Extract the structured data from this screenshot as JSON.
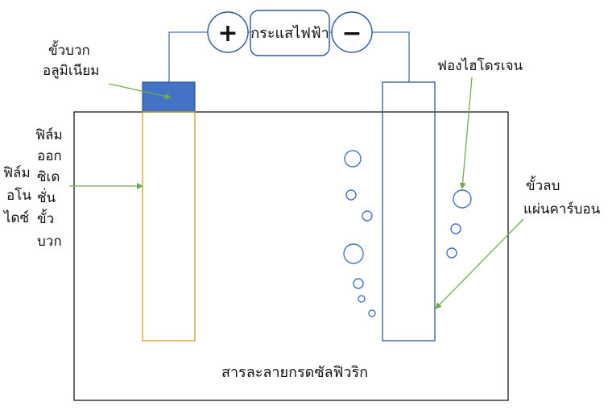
{
  "colors": {
    "wire": "#4472C4",
    "bubble": "#4472C4",
    "arrow": "#70AD47",
    "anode_cap": "#4472C4",
    "anode_film": "#C9A227",
    "cathode": "#2F5597",
    "tank": "#1a1a1a"
  },
  "battery": {
    "plus": "+",
    "label": "กระแสไฟฟ้า",
    "minus": "−"
  },
  "labels": {
    "anode_line1": "ขั้วบวก",
    "anode_line2": "อลูมิเนียม",
    "hydrogen": "ฟองไฮโดรเจน",
    "cathode_line1": "ขั้วลบ",
    "cathode_line2": "แผ่นคาร์บอน",
    "oxide_film_left": [
      "ฟิล์ม",
      "อโน",
      "ไดซ์"
    ],
    "oxide_film_right": [
      "ฟิล์ม",
      "ออก",
      "ซิเด",
      "ชั่น",
      "ขั้ว",
      "บวก"
    ],
    "electrolyte": "สารละลายกรดซัลฟิวริก"
  }
}
